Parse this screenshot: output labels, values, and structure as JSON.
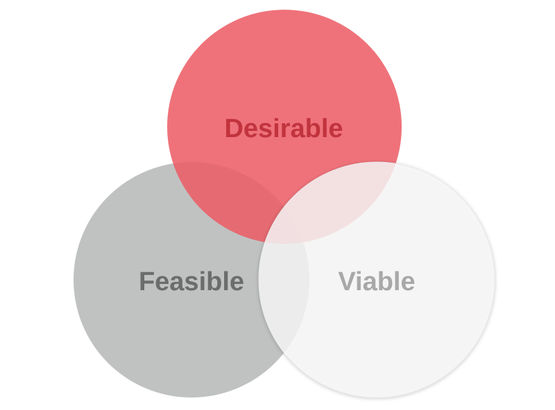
{
  "diagram": {
    "circles": [
      {
        "id": "desirable",
        "label": "Desirable",
        "fill": "#ef6f76",
        "label_color": "#c1333d"
      },
      {
        "id": "feasible",
        "label": "Feasible",
        "fill": "#c0c2c2",
        "label_color": "#6b6d6d"
      },
      {
        "id": "viable",
        "label": "Viable",
        "fill": "#f7f7f7",
        "label_color": "#a8a8a8"
      }
    ]
  }
}
